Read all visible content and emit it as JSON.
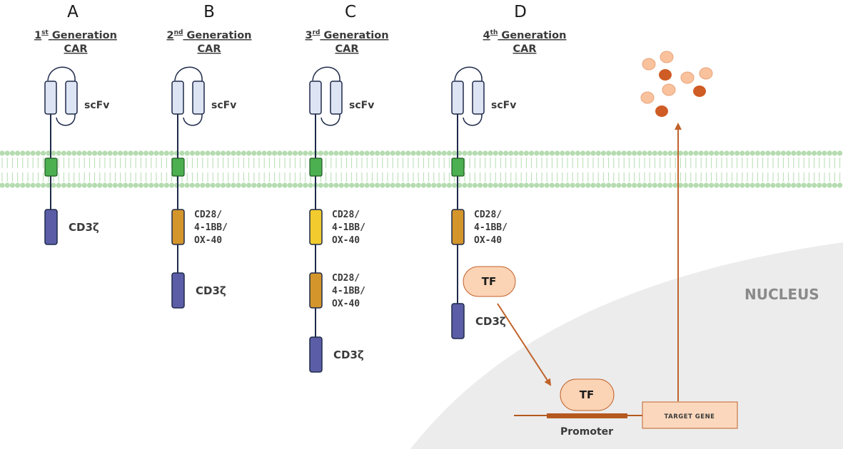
{
  "panels": [
    {
      "letter": "A",
      "title_line1": "1st Generation",
      "title_line2": "CAR",
      "scfv": "scFv",
      "domains": [
        {
          "lines": [
            "CD3ζ"
          ],
          "color": "#5b5ea6"
        }
      ]
    },
    {
      "letter": "B",
      "title_line1": "2nd Generation",
      "title_line2": "CAR",
      "scfv": "scFv",
      "domains": [
        {
          "lines": [
            "CD28/",
            "4-1BB/",
            "OX-40"
          ],
          "color": "#d4952a"
        },
        {
          "lines": [
            "CD3ζ"
          ],
          "color": "#5b5ea6"
        }
      ]
    },
    {
      "letter": "C",
      "title_line1": "3rd Generation",
      "title_line2": "CAR",
      "scfv": "scFv",
      "domains": [
        {
          "lines": [
            "CD28/",
            "4-1BB/",
            "OX-40"
          ],
          "color": "#f2cc2e"
        },
        {
          "lines": [
            "CD28/",
            "4-1BB/",
            "OX-40"
          ],
          "color": "#d4952a"
        },
        {
          "lines": [
            "CD3ζ"
          ],
          "color": "#5b5ea6"
        }
      ]
    },
    {
      "letter": "D",
      "title_line1": "4th Generation",
      "title_line2": "CAR",
      "scfv": "scFv",
      "domains": [
        {
          "lines": [
            "CD28/",
            "4-1BB/",
            "OX-40"
          ],
          "color": "#d4952a"
        },
        {
          "lines": [
            "CD3ζ"
          ],
          "color": "#5b5ea6"
        }
      ]
    }
  ],
  "tf_label": "TF",
  "nucleus_label": "NUCLEUS",
  "promoter_label": "Promoter",
  "target_gene_label": "TARGET GENE",
  "colors": {
    "scfv_fill": "#dde4f3",
    "tm_domain": "#4caf50",
    "membrane": "#b5dcb0",
    "arrow": "#c0622a",
    "tf_fill": "#fbd3b5",
    "nucleus": "#ebebeb"
  }
}
